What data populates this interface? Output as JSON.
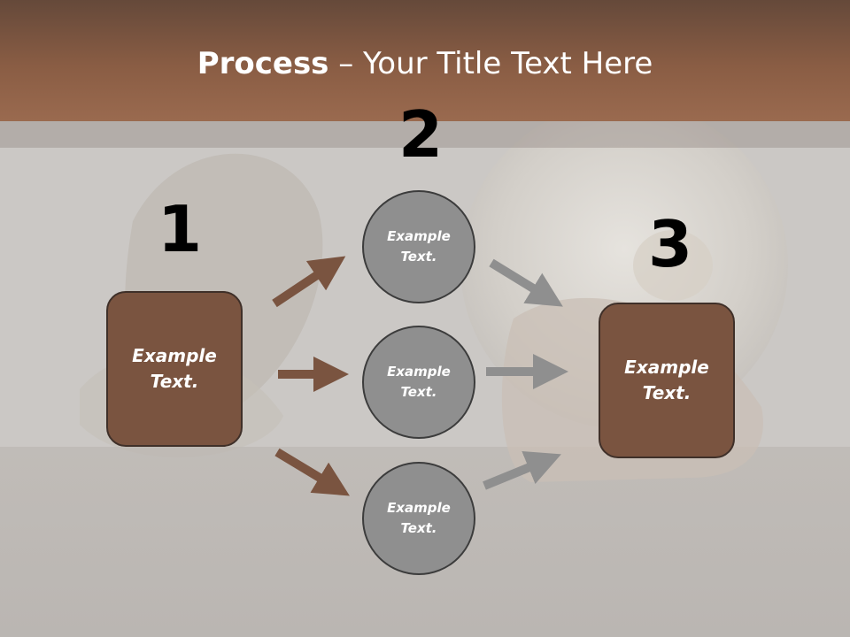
{
  "slide": {
    "title_bold": "Process",
    "title_rest": " – Your Title Text Here",
    "step_numbers": [
      "1",
      "2",
      "3"
    ],
    "left_box": "Example\nText.",
    "circles": [
      "Example\nText.",
      "Example\nText.",
      "Example\nText."
    ],
    "right_box": "Example\nText."
  },
  "colors": {
    "header": "#8a5d44",
    "box_fill": "#7a5440",
    "circle_fill": "#8f8f8f",
    "arrow_brown": "#7a5440",
    "arrow_gray": "#8f8f8f"
  }
}
